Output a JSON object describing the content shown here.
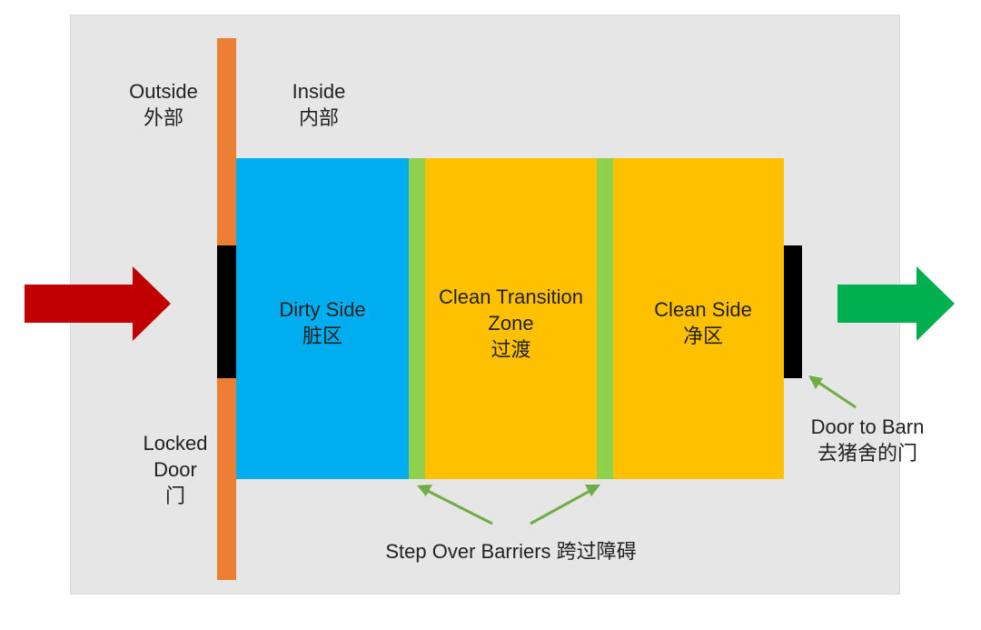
{
  "labels": {
    "outside_en": "Outside",
    "outside_zh": "外部",
    "inside_en": "Inside",
    "inside_zh": "内部",
    "locked_line1": "Locked",
    "locked_line2": "Door",
    "locked_zh": "门",
    "dirty_en": "Dirty Side",
    "dirty_zh": "脏区",
    "transition_line1": "Clean Transition",
    "transition_line2": "Zone",
    "transition_zh": "过渡",
    "clean_en": "Clean Side",
    "clean_zh": "净区",
    "barn_en": "Door to Barn",
    "barn_zh": "去猪舍的门",
    "barriers": "Step Over Barriers 跨过障碍"
  },
  "colors": {
    "background_panel": "#e6e6e6",
    "wall": "#ec7f34",
    "door": "#000000",
    "dirty_zone": "#00aeef",
    "clean_zone": "#ffc000",
    "barrier": "#8fd14f",
    "entry_arrow": "#c00000",
    "exit_arrow": "#00b050",
    "pointer_arrow": "#70ad47"
  }
}
